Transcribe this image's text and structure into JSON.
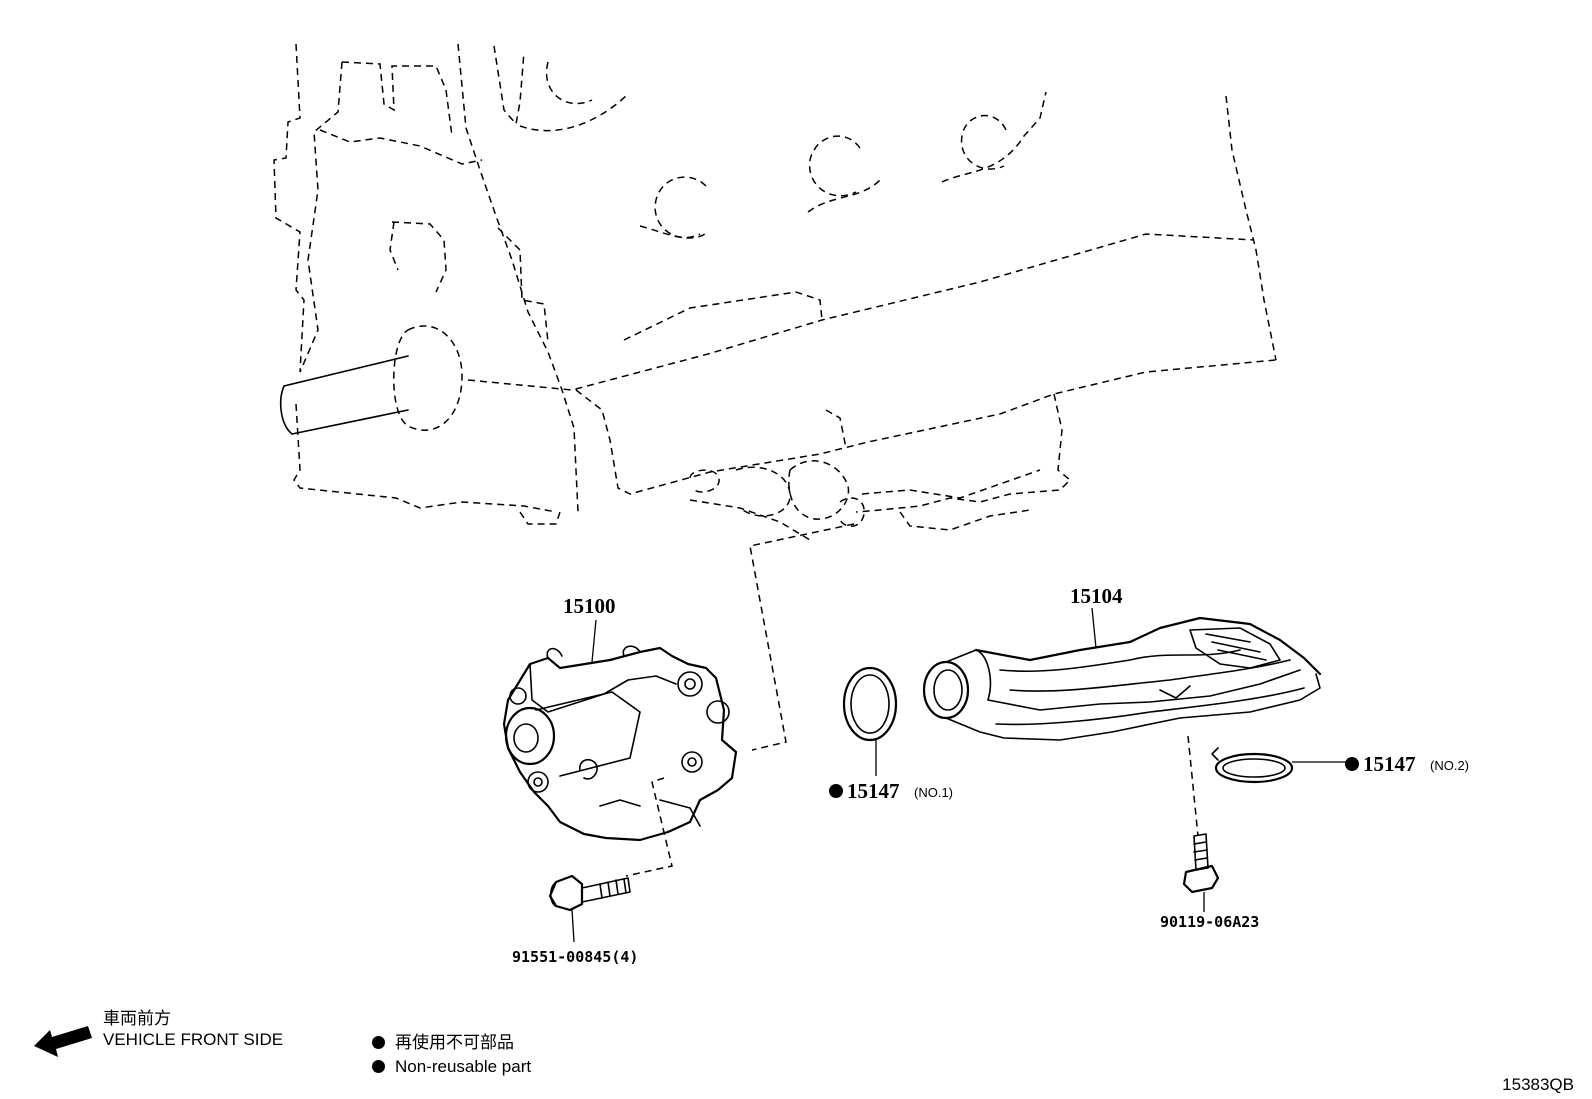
{
  "parts": {
    "oil_pump": {
      "number": "15100"
    },
    "oil_strainer": {
      "number": "15104"
    },
    "gasket_no1": {
      "number": "15147",
      "suffix": "(NO.1)"
    },
    "gasket_no2": {
      "number": "15147",
      "suffix": "(NO.2)"
    },
    "pump_bolt": {
      "number": "91551-00845(4)"
    },
    "strainer_bolt": {
      "number": "90119-06A23"
    }
  },
  "direction": {
    "label_ja": "車両前方",
    "label_en": "VEHICLE FRONT SIDE"
  },
  "legend": {
    "label_ja": "再使用不可部品",
    "label_en": "Non-reusable part"
  },
  "diagram_code": "15383QB"
}
